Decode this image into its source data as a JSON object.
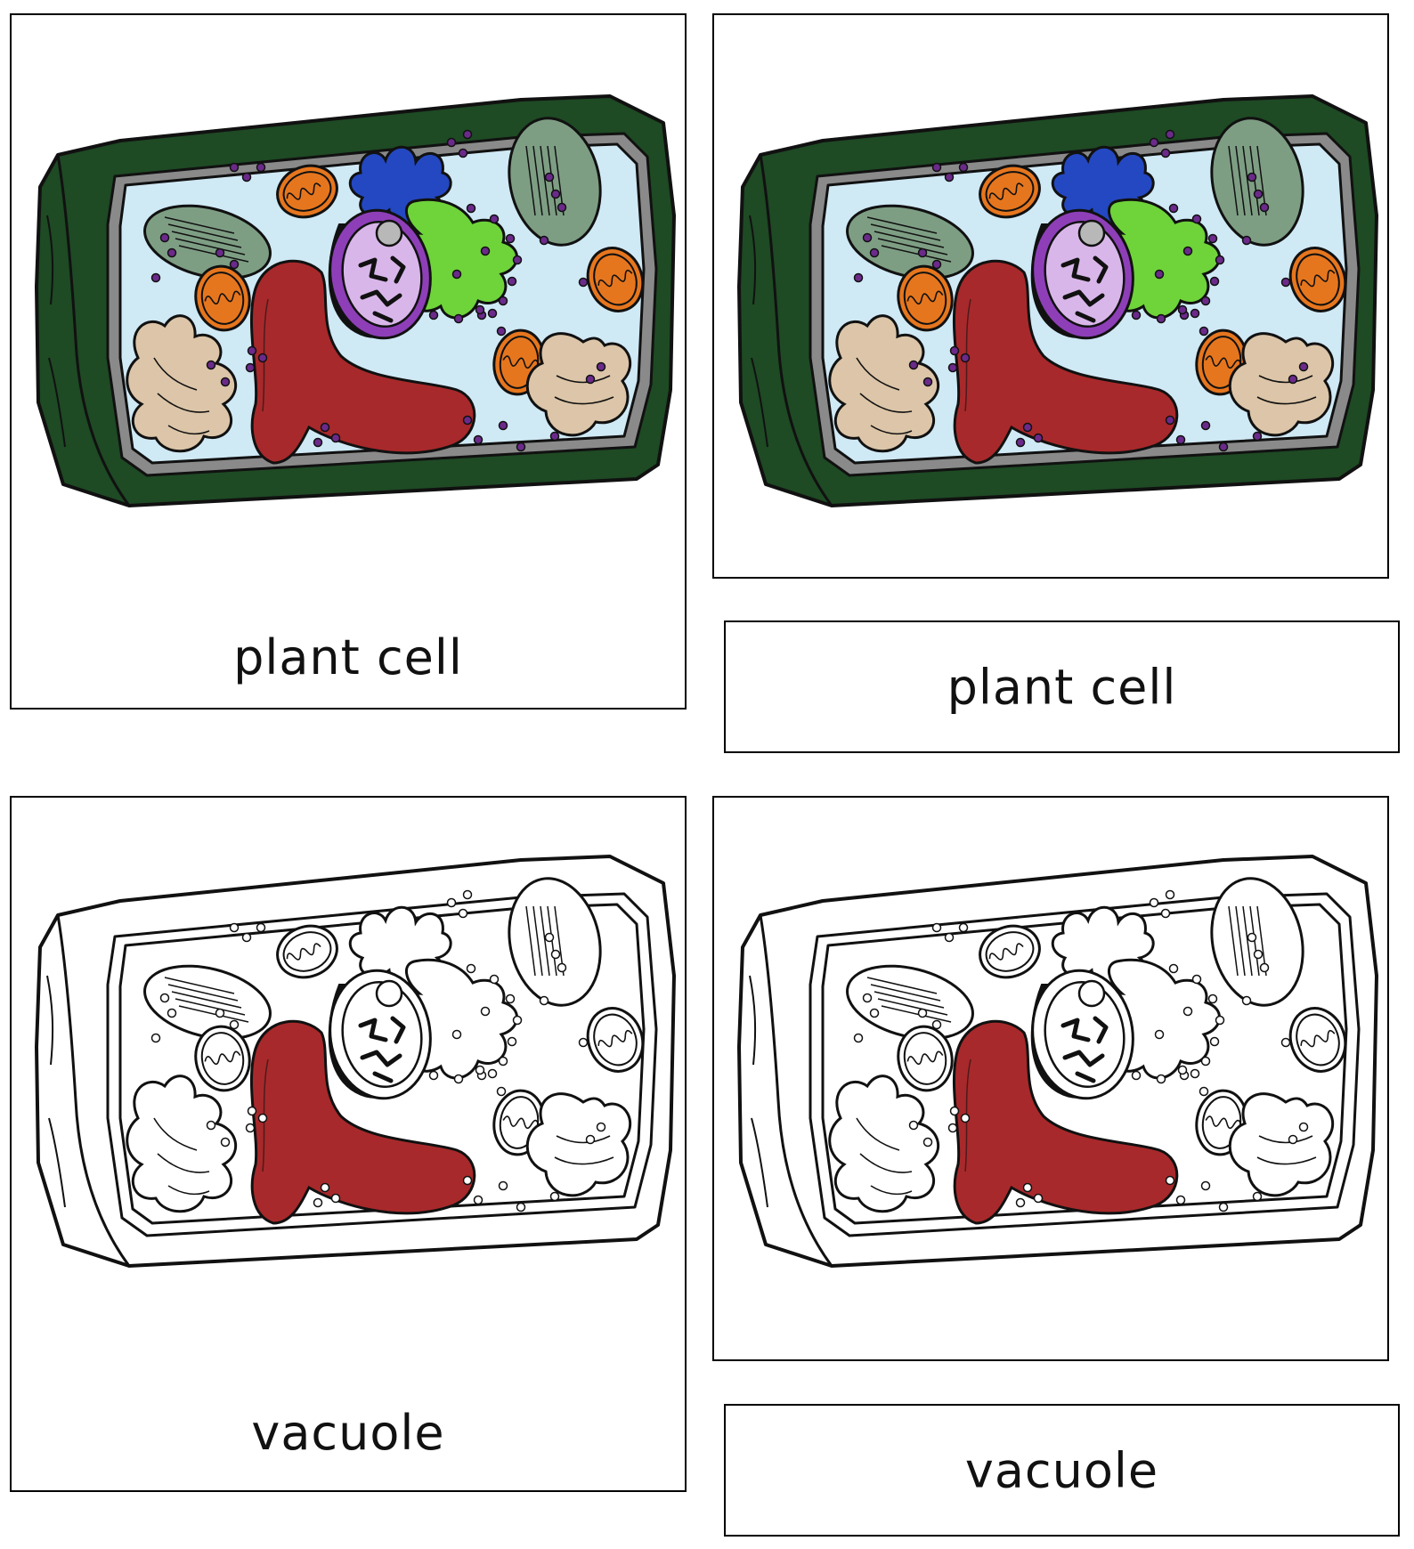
{
  "cards": {
    "top_control": {
      "label": "plant cell"
    },
    "top_picture": {},
    "top_label": {
      "label": "plant cell"
    },
    "bottom_control": {
      "label": "vacuole"
    },
    "bottom_picture": {},
    "bottom_label": {
      "label": "vacuole"
    }
  },
  "colors": {
    "cell_wall": "#1e4a24",
    "membrane": "#8a8a8a",
    "cytoplasm": "#cfe9f5",
    "chloroplast": "#7e9e84",
    "mitochondria": "#e6761e",
    "golgi": "#dcc5a8",
    "vacuole": "#a8292b",
    "nucleus": "#8e3fb8",
    "nucleoplasm": "#d9b6ea",
    "rough_er": "#6fd33a",
    "smooth_er": "#2448c2",
    "ribosome": "#6b2a8a"
  }
}
